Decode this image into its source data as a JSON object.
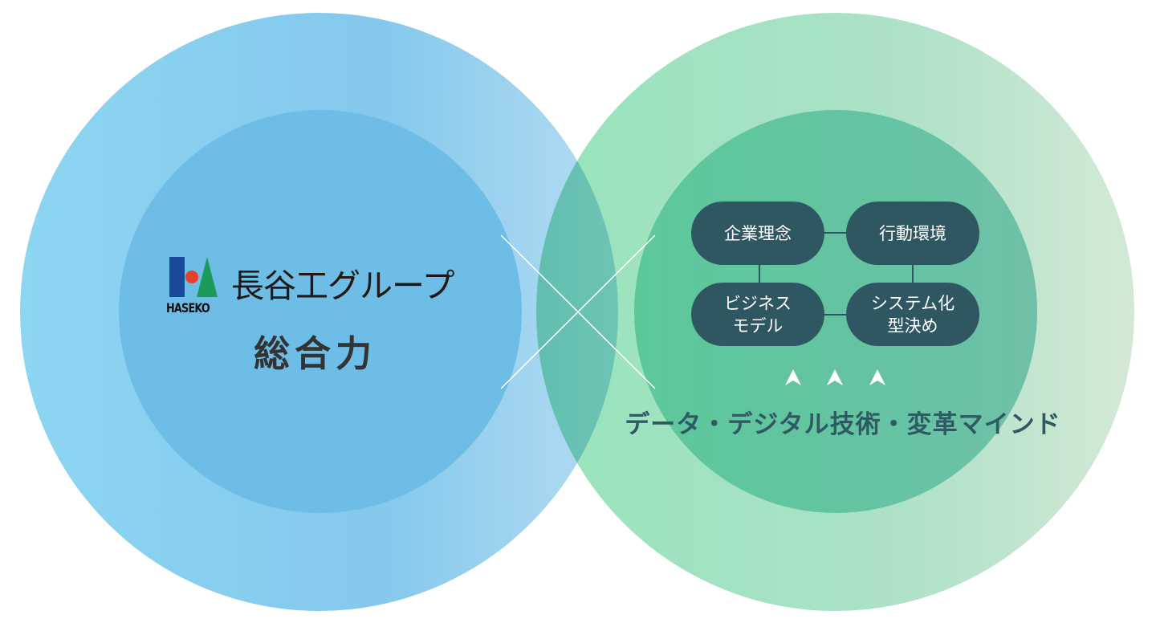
{
  "left": {
    "logo_text": "HASEKO",
    "group_name": "長谷工グループ",
    "strength": "総合力"
  },
  "right": {
    "boxes": [
      "企業理念",
      "行動環境",
      "ビジネス\nモデル",
      "システム化\n型決め"
    ],
    "foundation": "データ・デジタル技術・変革マインド"
  },
  "colors": {
    "pill": "#2f5762",
    "left_inner": "#6dbde6",
    "right_inner": "#55c596"
  }
}
